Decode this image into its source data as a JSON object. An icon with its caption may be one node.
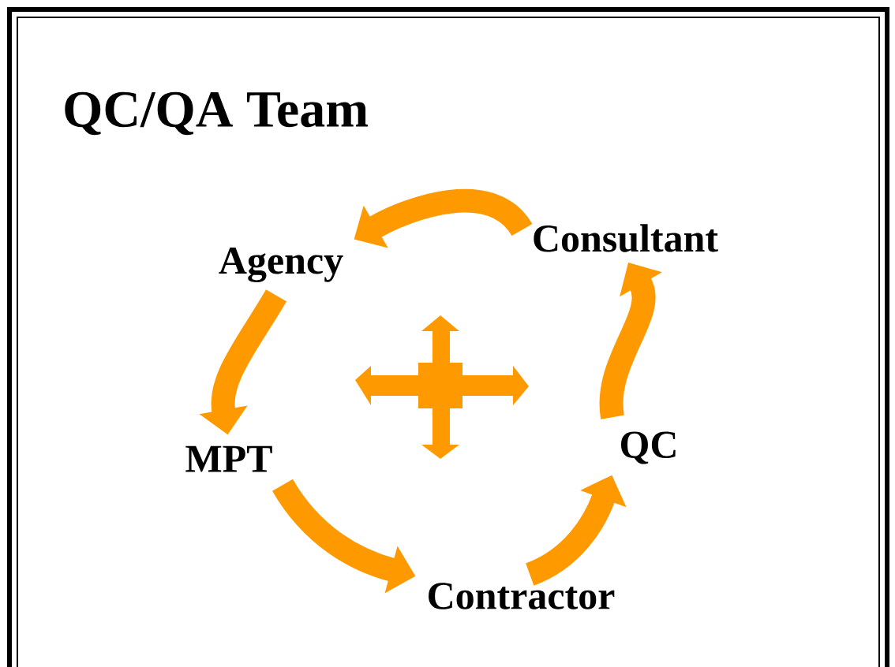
{
  "diagram": {
    "title": "QC/QA Team",
    "nodes": [
      {
        "text": [
          "Consultant"
        ]
      },
      {
        "text": [
          "Agency"
        ]
      },
      {
        "text": [
          "MPT"
        ]
      },
      {
        "text": [
          "Contractor"
        ]
      },
      {
        "text": [
          "QC"
        ]
      }
    ],
    "edges": [
      {
        "from": 0,
        "to": 1,
        "arrow": "to"
      },
      {
        "from": 1,
        "to": 2,
        "arrow": "to"
      },
      {
        "from": 2,
        "to": 3,
        "arrow": "to"
      },
      {
        "from": 3,
        "to": 4,
        "arrow": "to"
      },
      {
        "from": 4,
        "to": 0,
        "arrow": "to"
      }
    ]
  }
}
